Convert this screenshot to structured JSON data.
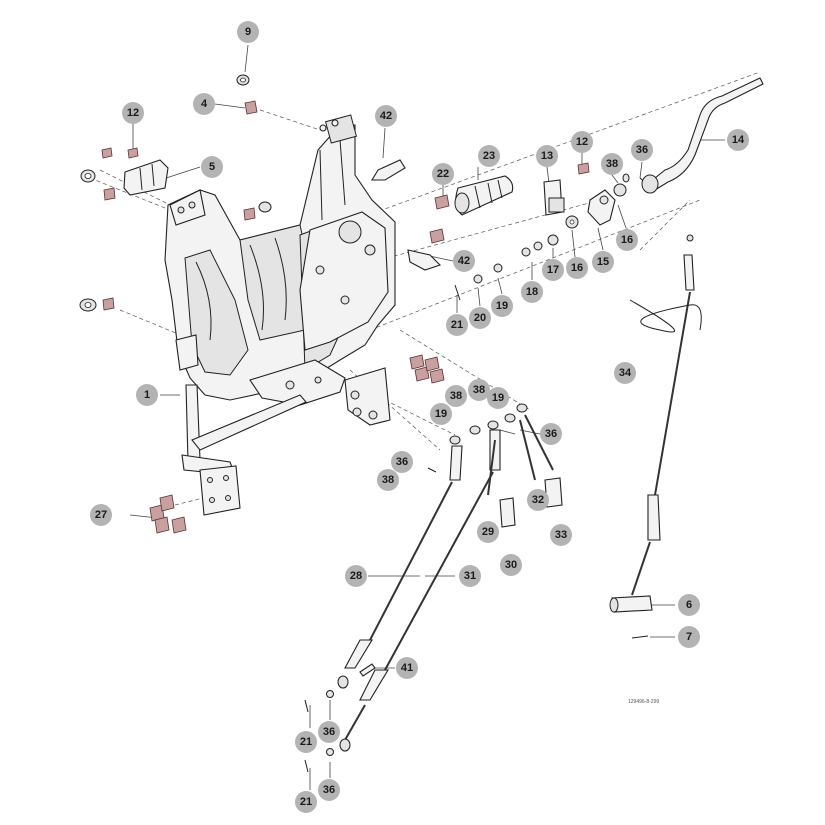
{
  "diagram": {
    "title": "Exploded parts diagram - frame and control cables",
    "drawing_code": "129496-8-299",
    "callouts": [
      {
        "id": "c9",
        "label": "9"
      },
      {
        "id": "c4",
        "label": "4"
      },
      {
        "id": "c12a",
        "label": "12"
      },
      {
        "id": "c42a",
        "label": "42"
      },
      {
        "id": "c5",
        "label": "5"
      },
      {
        "id": "c22",
        "label": "22"
      },
      {
        "id": "c23",
        "label": "23"
      },
      {
        "id": "c13",
        "label": "13"
      },
      {
        "id": "c12b",
        "label": "12"
      },
      {
        "id": "c38a",
        "label": "38"
      },
      {
        "id": "c36a",
        "label": "36"
      },
      {
        "id": "c14",
        "label": "14"
      },
      {
        "id": "c16a",
        "label": "16"
      },
      {
        "id": "c42b",
        "label": "42"
      },
      {
        "id": "c17",
        "label": "17"
      },
      {
        "id": "c16b",
        "label": "16"
      },
      {
        "id": "c15",
        "label": "15"
      },
      {
        "id": "c18",
        "label": "18"
      },
      {
        "id": "c19a",
        "label": "19"
      },
      {
        "id": "c20",
        "label": "20"
      },
      {
        "id": "c21a",
        "label": "21"
      },
      {
        "id": "c34",
        "label": "34"
      },
      {
        "id": "c1",
        "label": "1"
      },
      {
        "id": "c38b",
        "label": "38"
      },
      {
        "id": "c38c",
        "label": "38"
      },
      {
        "id": "c19b",
        "label": "19"
      },
      {
        "id": "c19c",
        "label": "19"
      },
      {
        "id": "c36b",
        "label": "36"
      },
      {
        "id": "c36c",
        "label": "36"
      },
      {
        "id": "c38d",
        "label": "38"
      },
      {
        "id": "c32",
        "label": "32"
      },
      {
        "id": "c27",
        "label": "27"
      },
      {
        "id": "c29",
        "label": "29"
      },
      {
        "id": "c33",
        "label": "33"
      },
      {
        "id": "c30",
        "label": "30"
      },
      {
        "id": "c28",
        "label": "28"
      },
      {
        "id": "c31",
        "label": "31"
      },
      {
        "id": "c6",
        "label": "6"
      },
      {
        "id": "c7",
        "label": "7"
      },
      {
        "id": "c41",
        "label": "41"
      },
      {
        "id": "c21b",
        "label": "21"
      },
      {
        "id": "c36d",
        "label": "36"
      },
      {
        "id": "c36e",
        "label": "36"
      },
      {
        "id": "c21c",
        "label": "21"
      }
    ]
  }
}
